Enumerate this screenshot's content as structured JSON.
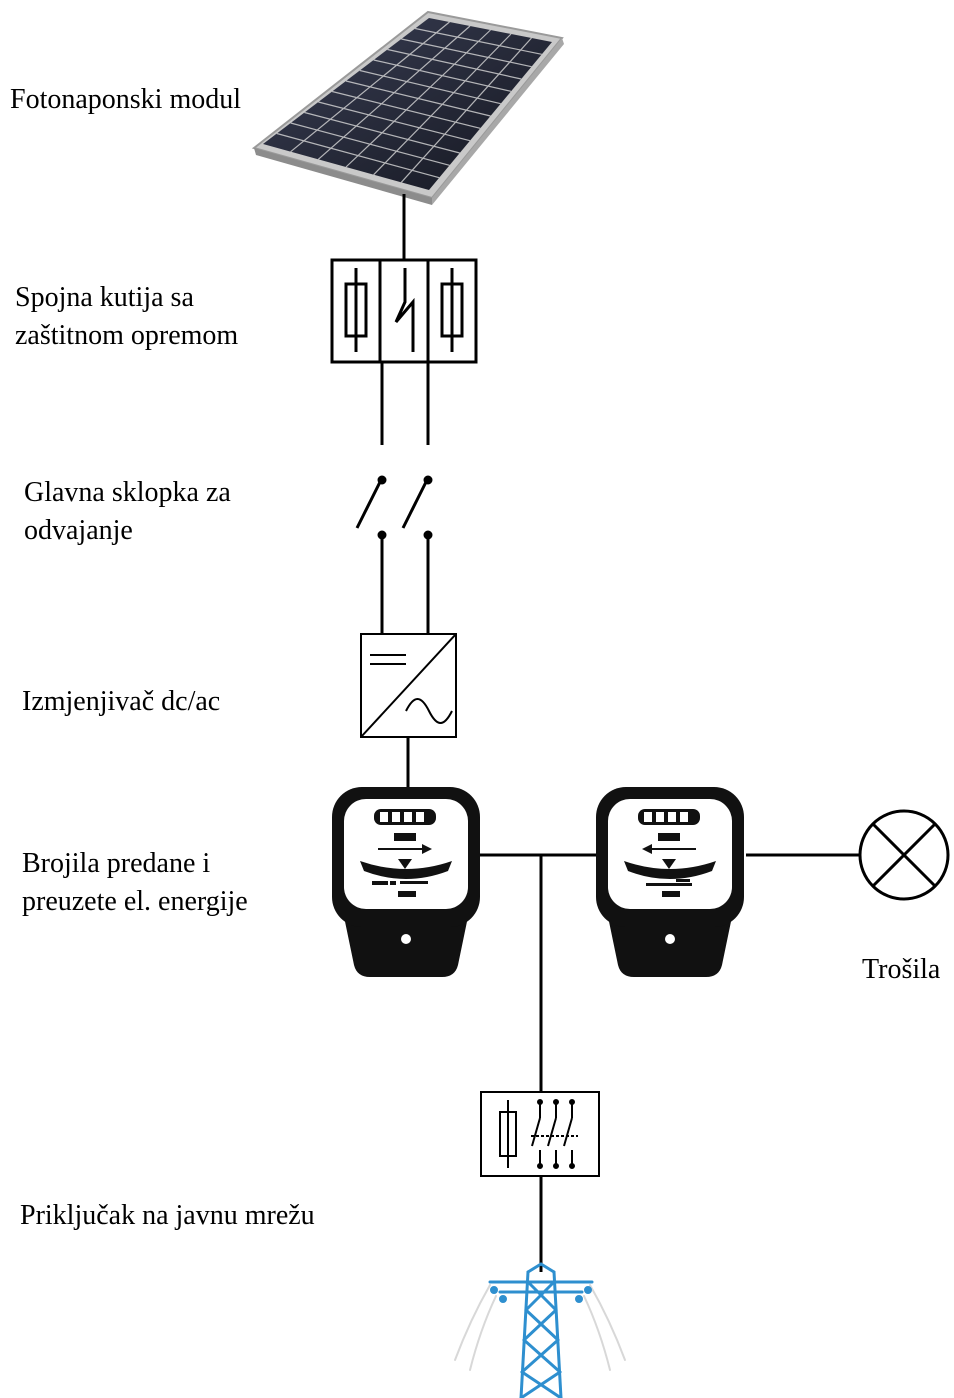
{
  "labels": {
    "pv_module": "Fotonaponski modul",
    "junction_box_line1": "Spojna kutija sa",
    "junction_box_line2": "zaštitnom opremom",
    "main_switch_line1": "Glavna sklopka za",
    "main_switch_line2": "odvajanje",
    "inverter": "Izmjenjivač dc/ac",
    "meters_line1": "Brojila predane i",
    "meters_line2": "preuzete el. energije",
    "loads": "Trošila",
    "grid_connection": "Priključak na javnu mrežu"
  },
  "colors": {
    "line": "#000000",
    "panel_frame": "#c8c8c8",
    "panel_cell": "#1e2130",
    "tower": "#2e8fcf"
  },
  "icons": [
    "solar-panel-icon",
    "fuse-icon",
    "surge-arrester-icon",
    "switch-icon",
    "inverter-icon",
    "energy-meter-icon",
    "lamp-icon",
    "transmission-tower-icon"
  ]
}
